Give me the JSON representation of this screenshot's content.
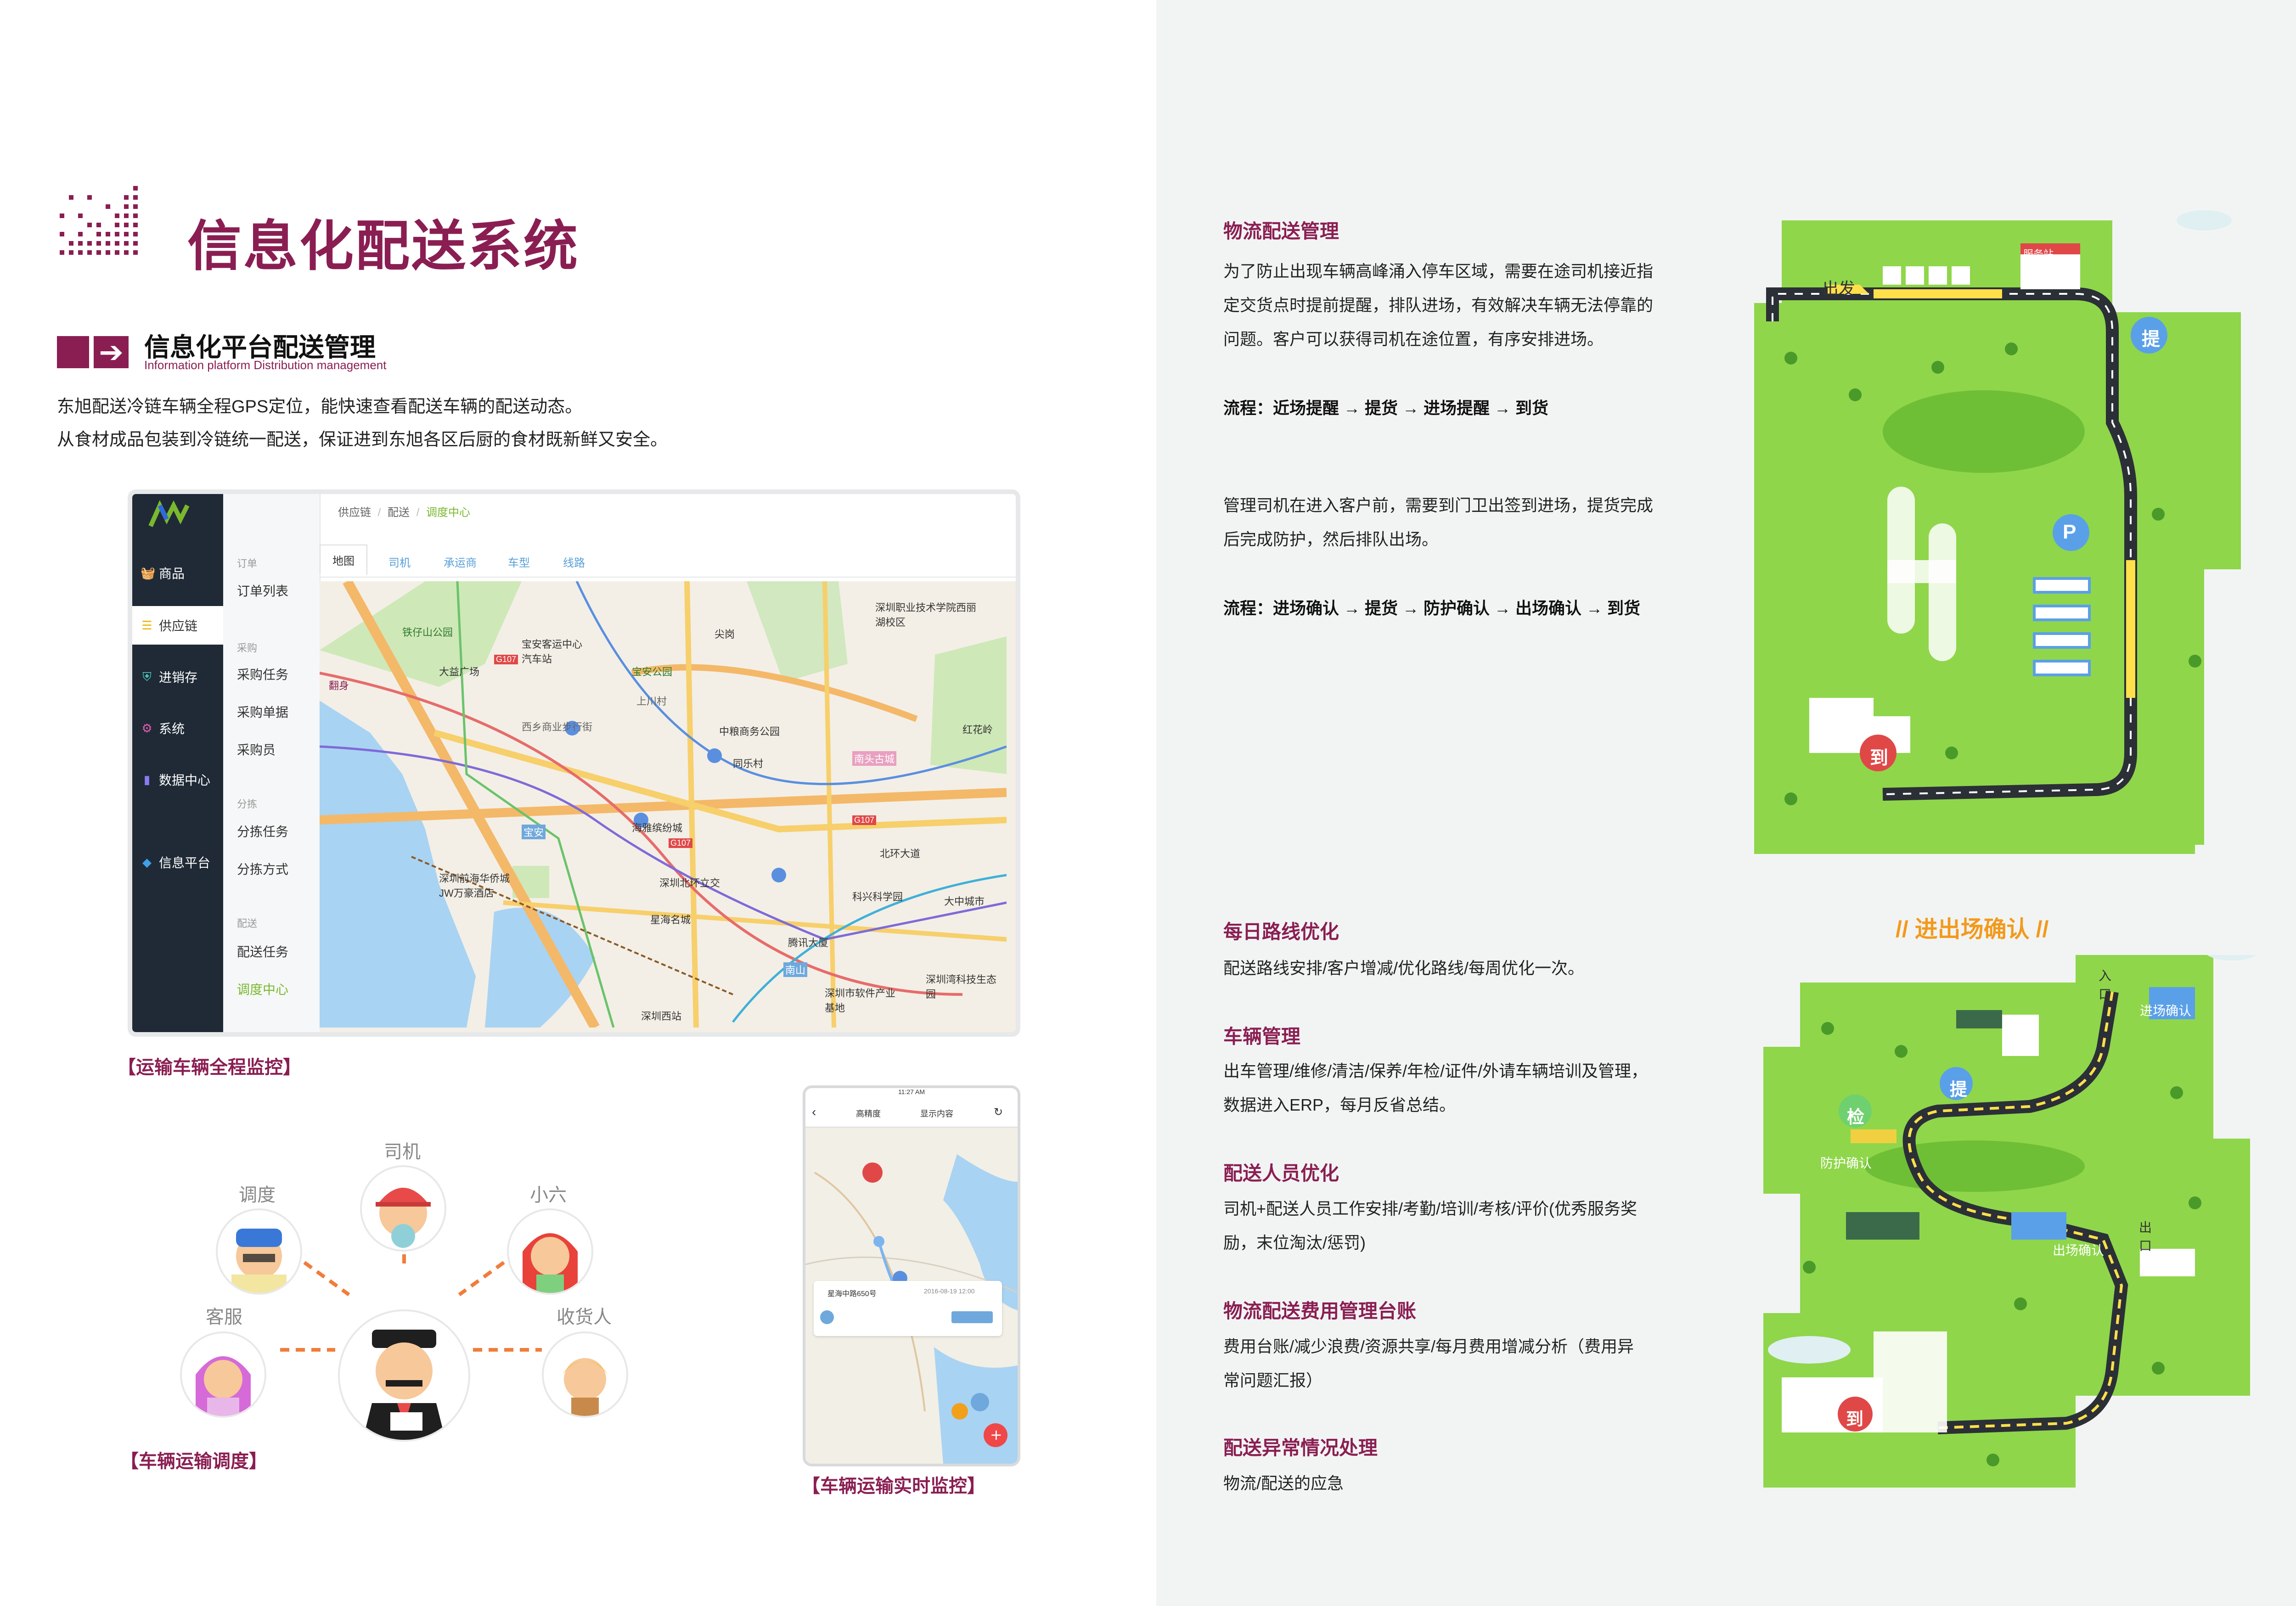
{
  "header": {
    "title": "信息化配送系统",
    "section_title": "信息化平台配送管理",
    "section_subtitle": "Information platform Distribution management",
    "intro": [
      "东旭配送冷链车辆全程GPS定位，能快速查看配送车辆的配送动态。",
      "从食材成品包装到冷链统一配送，保证进到东旭各区后厨的食材既新鲜又安全。"
    ]
  },
  "app": {
    "sidebar": [
      "商品",
      "供应链",
      "进销存",
      "系统",
      "数据中心",
      "信息平台"
    ],
    "submenu": {
      "order_header": "订单",
      "order_items": [
        "订单列表"
      ],
      "purchase_header": "采购",
      "purchase_items": [
        "采购任务",
        "采购单据",
        "采购员"
      ],
      "sort_header": "分拣",
      "sort_items": [
        "分拣任务",
        "分拣方式"
      ],
      "delivery_header": "配送",
      "delivery_items": [
        "配送任务",
        "调度中心"
      ]
    },
    "breadcrumb": [
      "供应链",
      "/",
      "配送",
      "/",
      "调度中心"
    ],
    "tabs": [
      "地图",
      "司机",
      "承运商",
      "车型",
      "线路"
    ],
    "map_labels": [
      "铁仔山公园",
      "宝安客运中心汽车站",
      "大益广场",
      "宝安公园",
      "尖岗",
      "深圳职业技术学院西丽湖校区",
      "翻身",
      "西乡商业步行街",
      "上川村",
      "中粮商务公园",
      "同乐村",
      "南头古城",
      "海雅缤纷城",
      "宝安",
      "深圳前海华侨城JW万豪酒店",
      "深圳北环立交",
      "北环大道",
      "科兴科学园",
      "星海名城",
      "腾讯大厦",
      "南山",
      "深圳市软件产业基地",
      "深圳西站",
      "深圳湾科技生态园",
      "红花岭",
      "大中城市",
      "G107",
      "G107",
      "G107"
    ],
    "caption": "【运输车辆全程监控】"
  },
  "dispatch": {
    "center_label": "",
    "roles": [
      "司机",
      "调度",
      "小六",
      "客服",
      "收货人"
    ],
    "caption": "【车辆运输调度】"
  },
  "phone": {
    "status": "11:27 AM",
    "filters": [
      "高精度",
      "显示内容"
    ],
    "address": "星海中路650号",
    "date": "2016-08-19 12:00",
    "caption": "【车辆运输实时监控】"
  },
  "right": {
    "s1_title": "物流配送管理",
    "s1_p1": [
      "为了防止出现车辆高峰涌入停车区域，需要在途司机接近指",
      "定交货点时提前提醒，排队进场，有效解决车辆无法停靠的",
      "问题。客户可以获得司机在途位置，有序安排进场。"
    ],
    "s1_flow1": "流程：近场提醒 → 提货 → 进场提醒 → 到货",
    "s1_p2": [
      "管理司机在进入客户前，需要到门卫出签到进场，提货完成",
      "后完成防护，然后排队出场。"
    ],
    "s1_flow2": "流程：进场确认 → 提货 → 防护确认 → 出场确认 → 到货",
    "s2_title": "每日路线优化",
    "s2_p": [
      "配送路线安排/客户增减/优化路线/每周优化一次。"
    ],
    "s3_title": "车辆管理",
    "s3_p": [
      "出车管理/维修/清洁/保养/年检/证件/外请车辆培训及管理，",
      "数据进入ERP，每月反省总结。"
    ],
    "s4_title": "配送人员优化",
    "s4_p": [
      "司机+配送人员工作安排/考勤/培训/考核/评价(优秀服务奖",
      "励，末位淘汰/惩罚)"
    ],
    "s5_title": "物流配送费用管理台账",
    "s5_p": [
      "费用台账/减少浪费/资源共享/每月费用增减分析（费用异",
      "常问题汇报）"
    ],
    "s6_title": "配送异常情况处理",
    "s6_p": [
      "物流/配送的应急"
    ]
  },
  "illustration1": {
    "labels": [
      "出发",
      "服务站",
      "提",
      "P",
      "到"
    ]
  },
  "illustration2": {
    "title": "//  进出场确认  //",
    "labels": [
      "入",
      "口",
      "进场确认",
      "提",
      "检",
      "防护确认",
      "出场确认",
      "出",
      "口",
      "到"
    ]
  },
  "colors": {
    "brand": "#8a1e52",
    "grass": "#8fd64b",
    "road": "#2b2f36",
    "accent_orange": "#f29a1c",
    "app_green": "#7ab82e"
  }
}
